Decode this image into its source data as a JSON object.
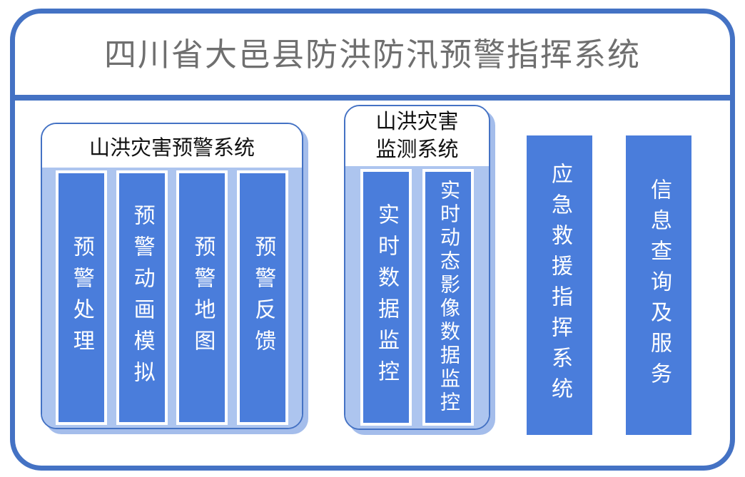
{
  "title": "四川省大邑县防洪防汛预警指挥系统",
  "colors": {
    "frame_border": "#4472C4",
    "bar_fill": "#4A7DDB",
    "panel_fill": "#ADC5EF",
    "panel_shadow": "#A4BDEB",
    "title_text": "#6F6F6F",
    "bar_text": "#FFFFFF",
    "label_text": "#111111"
  },
  "groups": [
    {
      "name": "mountain-flood-warning-system",
      "label_lines": [
        "山洪灾害预警系统"
      ],
      "bars": [
        "预警处理",
        "预警动画模拟",
        "预警地图",
        "预警反馈"
      ]
    },
    {
      "name": "mountain-flood-monitoring-system",
      "label_lines": [
        "山洪灾害",
        "监测系统"
      ],
      "bars": [
        "实时数据监控",
        "实时动态影像数据监控"
      ]
    }
  ],
  "standalone_bars": [
    "应急救援指挥系统",
    "信息查询及服务"
  ]
}
